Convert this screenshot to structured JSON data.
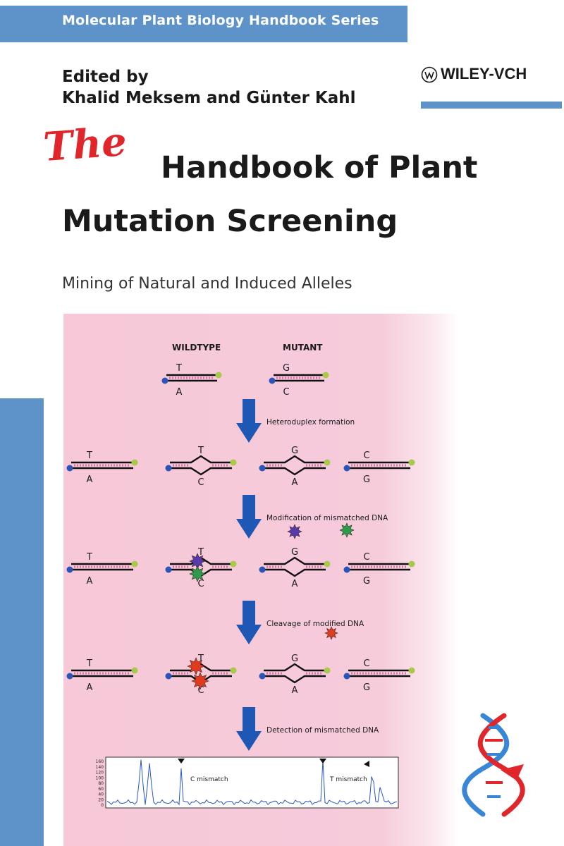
{
  "series": "Molecular Plant Biology Handbook Series",
  "editors": {
    "line1": "Edited by",
    "line2": "Khalid Meksem and Günter Kahl"
  },
  "publisher": "WILEY-VCH",
  "title": {
    "the": "The",
    "line1": "Handbook of Plant",
    "line2": "Mutation Screening"
  },
  "subtitle": "Mining of Natural and Induced Alleles",
  "diagram": {
    "wildtype": "WILDTYPE",
    "mutant": "MUTANT",
    "top_wt": {
      "top": "T",
      "bottom": "A"
    },
    "top_mut": {
      "top": "G",
      "bottom": "C"
    },
    "steps": [
      "Heteroduplex formation",
      "Modification of mismatched DNA",
      "Cleavage of modified DNA",
      "Detection of mismatched DNA"
    ],
    "duplexes": [
      {
        "top": "T",
        "bottom": "A"
      },
      {
        "top": "T",
        "bottom": "C"
      },
      {
        "top": "G",
        "bottom": "A"
      },
      {
        "top": "C",
        "bottom": "G"
      }
    ],
    "peak_labels": [
      "C mismatch",
      "T mismatch"
    ],
    "y_ticks": [
      "160",
      "140",
      "120",
      "100",
      "80",
      "60",
      "40",
      "20",
      "0"
    ]
  },
  "colors": {
    "series_blue": "#5e93c9",
    "title_red": "#e0262b",
    "arrow_blue": "#1f57b4",
    "strand_pink": "#e06fa8",
    "mod_purple": "#5a3aa8",
    "mod_green": "#2f9a4a",
    "cleave_red": "#e03b1f",
    "end_blue": "#2a55b8",
    "end_green": "#a8c94a"
  }
}
